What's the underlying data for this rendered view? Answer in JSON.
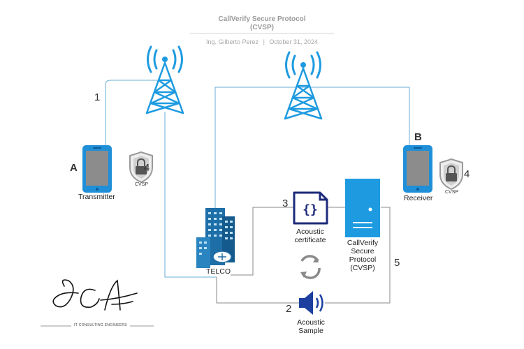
{
  "header": {
    "title_line1": "CallVerify Secure Protocol",
    "title_line2": "(CVSP)",
    "author": "Ing. Gilberto Perez",
    "separator": "|",
    "date": "October 31, 2024"
  },
  "steps": {
    "step1": "1",
    "step2": "2",
    "step3": "3",
    "step4_left": "4",
    "step4_right": "4",
    "step5": "5"
  },
  "nodes": {
    "transmitter": {
      "letter": "A",
      "label": "Transmitter",
      "badge": "CVSP"
    },
    "receiver": {
      "letter": "B",
      "label": "Receiver",
      "badge": "CVSP"
    },
    "telco": {
      "label": "TELCO"
    },
    "certificate": {
      "line1": "Acoustic",
      "line2": "certificate"
    },
    "server": {
      "line1": "CallVerify",
      "line2": "Secure",
      "line3": "Protocol",
      "line4": "(CVSP)"
    },
    "sample": {
      "line1": "Acoustic",
      "line2": "Sample"
    }
  },
  "logo": {
    "monogram": "GCA",
    "tagline": "IT CONSULTING ENGINEERS"
  },
  "colors": {
    "accent": "#1e9be0",
    "line": "#6aaed6",
    "navy": "#1c2a7a",
    "phone": "#1f8fd8"
  }
}
